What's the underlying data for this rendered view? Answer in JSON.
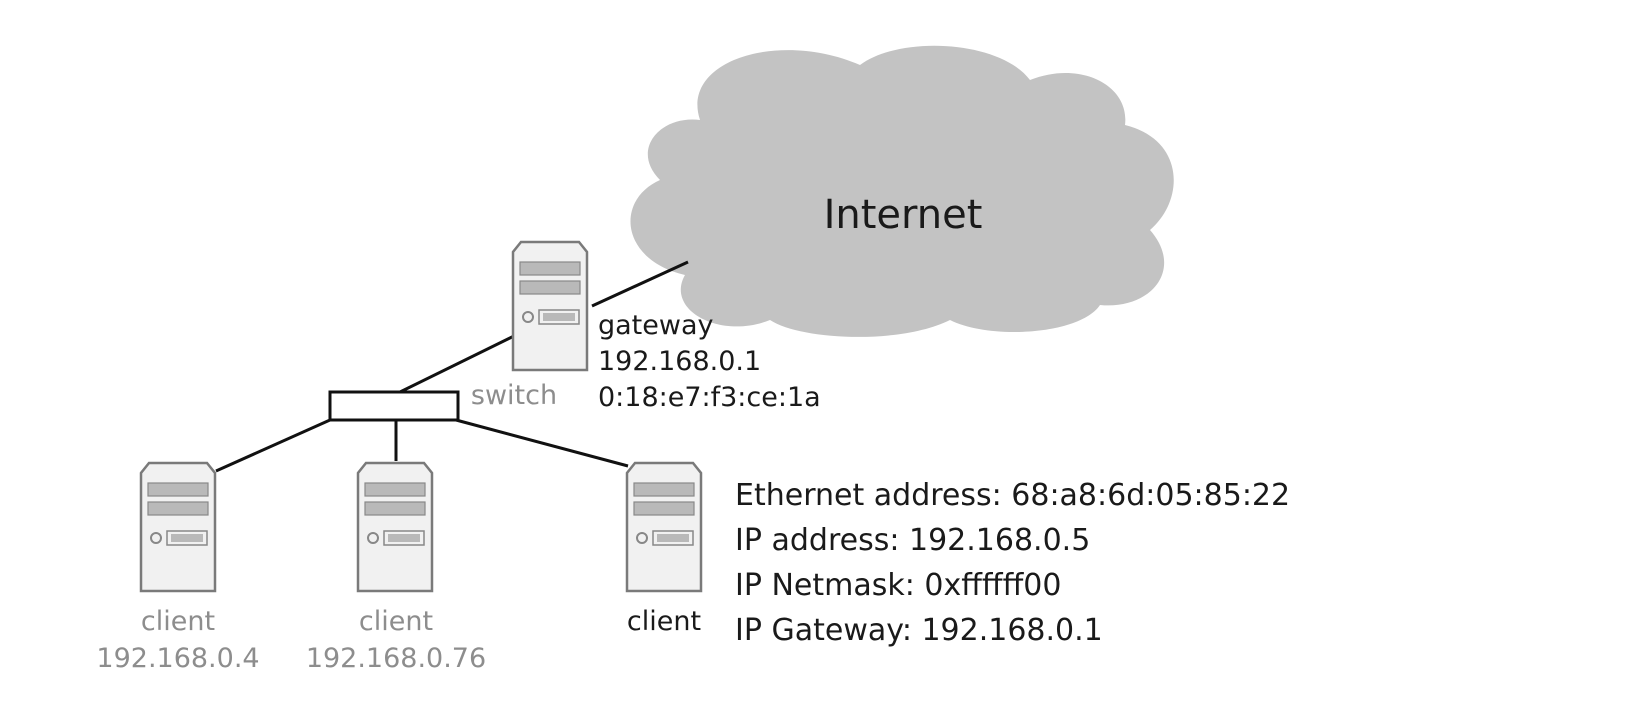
{
  "cloud": {
    "label": "Internet",
    "fill": "#c3c3c3"
  },
  "gateway": {
    "name": "gateway",
    "ip": "192.168.0.1",
    "mac": "0:18:e7:f3:ce:1a"
  },
  "switch": {
    "label": "switch"
  },
  "clients": [
    {
      "name": "client",
      "ip": "192.168.0.4"
    },
    {
      "name": "client",
      "ip": "192.168.0.76"
    },
    {
      "name": "client"
    }
  ],
  "client_details": {
    "ethernet": "Ethernet address: 68:a8:6d:05:85:22",
    "ip": "IP address: 192.168.0.5",
    "netmask": "IP Netmask: 0xffffff00",
    "gateway": "IP Gateway: 192.168.0.1"
  },
  "colors": {
    "line": "#111111",
    "server_body": "#f1f1f1",
    "server_stroke": "#7a7a7a",
    "server_slot": "#b9b9b9",
    "label_dark": "#1a1a1a",
    "label_gray": "#8d8d8d"
  }
}
